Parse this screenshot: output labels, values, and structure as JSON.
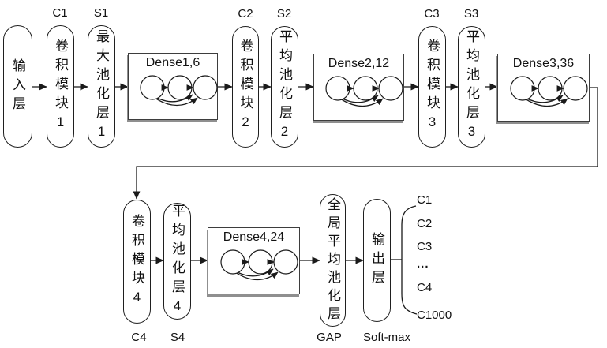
{
  "nodes": {
    "input": {
      "label": "输入层"
    },
    "conv1": {
      "tag": "C1",
      "label": "卷积模块1"
    },
    "pool1": {
      "tag": "S1",
      "label": "最大池化层1"
    },
    "dense1": {
      "label": "Dense1,6"
    },
    "conv2": {
      "tag": "C2",
      "label": "卷积模块2"
    },
    "pool2": {
      "tag": "S2",
      "label": "平均池化层2"
    },
    "dense2": {
      "label": "Dense2,12"
    },
    "conv3": {
      "tag": "C3",
      "label": "卷积模块3"
    },
    "pool3": {
      "tag": "S3",
      "label": "平均池化层3"
    },
    "dense3": {
      "label": "Dense3,36"
    },
    "conv4": {
      "tag": "C4",
      "label": "卷积模块4"
    },
    "pool4": {
      "tag": "S4",
      "label": "平均池化层4"
    },
    "dense4": {
      "label": "Dense4,24"
    },
    "gap": {
      "tag": "GAP",
      "label": "全局平均池化层"
    },
    "output": {
      "tag": "Soft-max",
      "label": "输出层"
    }
  },
  "output_classes": [
    "C1",
    "C2",
    "C3",
    "...",
    "C4",
    "C1000"
  ],
  "colors": {
    "stroke": "#1a1a1a",
    "background": "#ffffff",
    "box_shadow": "#8f8f8f"
  }
}
